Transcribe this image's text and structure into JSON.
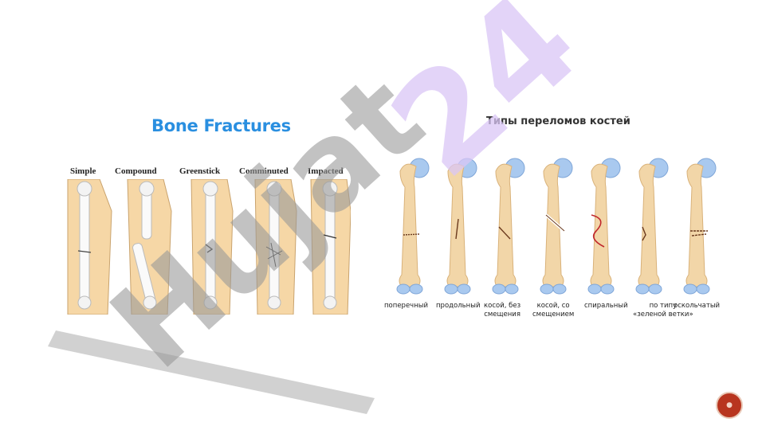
{
  "left_panel": {
    "title": "Bone Fractures",
    "labels": [
      "Simple",
      "Compound",
      "Greenstick",
      "Comminuted",
      "Impacted"
    ]
  },
  "right_panel": {
    "title": "Типы переломов костей",
    "labels": [
      [
        "поперечный",
        ""
      ],
      [
        "продольный",
        ""
      ],
      [
        "косой, без",
        "смещения"
      ],
      [
        "косой, со",
        "смещением"
      ],
      [
        "спиральный",
        ""
      ],
      [
        "по типу",
        "«зеленой ветки»"
      ],
      [
        "оскольчатый",
        ""
      ]
    ]
  },
  "watermark": {
    "text_main": "Hujat",
    "text_num": "24"
  },
  "slide_number_icon": "slide-number-icon",
  "colors": {
    "title_blue": "#2a8fe0",
    "bone": "#f2d6a8",
    "bone_shadow": "#d9b27a",
    "joint": "#a9c9ef",
    "skin": "#f6d7a6",
    "watermark_gray": "#9a9a9a",
    "watermark_violet": "#d9c6f5",
    "button": "#b8351f"
  }
}
